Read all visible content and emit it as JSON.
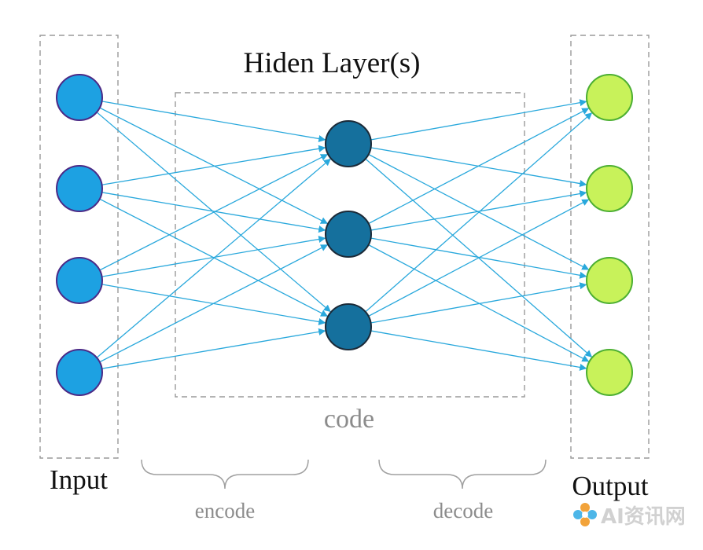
{
  "labels": {
    "hidden_layer_title": "Hiden Layer(s)",
    "input": "Input",
    "output": "Output",
    "code": "code",
    "encode": "encode",
    "decode": "decode"
  },
  "network": {
    "input_nodes": 4,
    "hidden_nodes": 3,
    "output_nodes": 4,
    "connections": "fully-connected"
  },
  "colors": {
    "input_node_fill": "#1da1e2",
    "input_node_stroke": "#4b2a86",
    "hidden_node_fill": "#15709d",
    "hidden_node_stroke": "#1b2a38",
    "output_node_fill": "#c8f25a",
    "output_node_stroke": "#4caf32",
    "edge": "#29a8dc",
    "dashed_box": "#9a9a9a",
    "gray_text": "#8c8c8c",
    "black_text": "#111111",
    "brace": "#a0a0a0"
  },
  "watermark": {
    "text": "AI资讯网",
    "icon": "flower-logo-icon"
  }
}
